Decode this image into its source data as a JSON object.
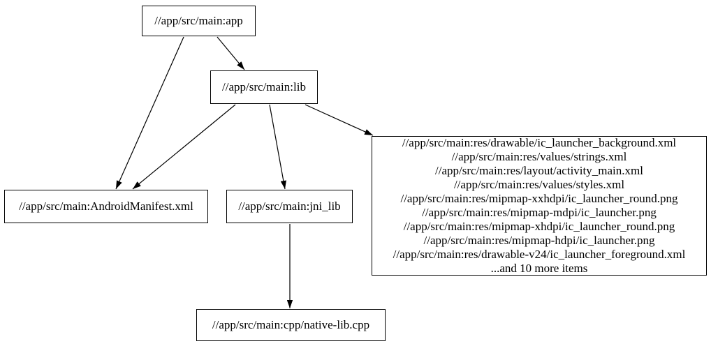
{
  "diagram": {
    "type": "dependency-graph",
    "background_color": "#ffffff",
    "node_fill_color": "#ffffff",
    "node_border_color": "#000000",
    "edge_color": "#000000",
    "text_color": "#000000"
  },
  "nodes": {
    "app": {
      "label": "//app/src/main:app"
    },
    "lib": {
      "label": "//app/src/main:lib"
    },
    "android_manifest": {
      "label": "//app/src/main:AndroidManifest.xml"
    },
    "jni_lib": {
      "label": "//app/src/main:jni_lib"
    },
    "res_group": {
      "lines": [
        "//app/src/main:res/drawable/ic_launcher_background.xml",
        "//app/src/main:res/values/strings.xml",
        "//app/src/main:res/layout/activity_main.xml",
        "//app/src/main:res/values/styles.xml",
        "//app/src/main:res/mipmap-xxhdpi/ic_launcher_round.png",
        "//app/src/main:res/mipmap-mdpi/ic_launcher.png",
        "//app/src/main:res/mipmap-xhdpi/ic_launcher_round.png",
        "//app/src/main:res/mipmap-hdpi/ic_launcher.png",
        "//app/src/main:res/drawable-v24/ic_launcher_foreground.xml",
        "...and 10 more items"
      ]
    },
    "native_lib_cpp": {
      "label": "//app/src/main:cpp/native-lib.cpp"
    }
  },
  "edges": [
    {
      "from": "app",
      "to": "android_manifest"
    },
    {
      "from": "app",
      "to": "lib"
    },
    {
      "from": "lib",
      "to": "android_manifest"
    },
    {
      "from": "lib",
      "to": "jni_lib"
    },
    {
      "from": "lib",
      "to": "res_group"
    },
    {
      "from": "jni_lib",
      "to": "native_lib_cpp"
    }
  ]
}
